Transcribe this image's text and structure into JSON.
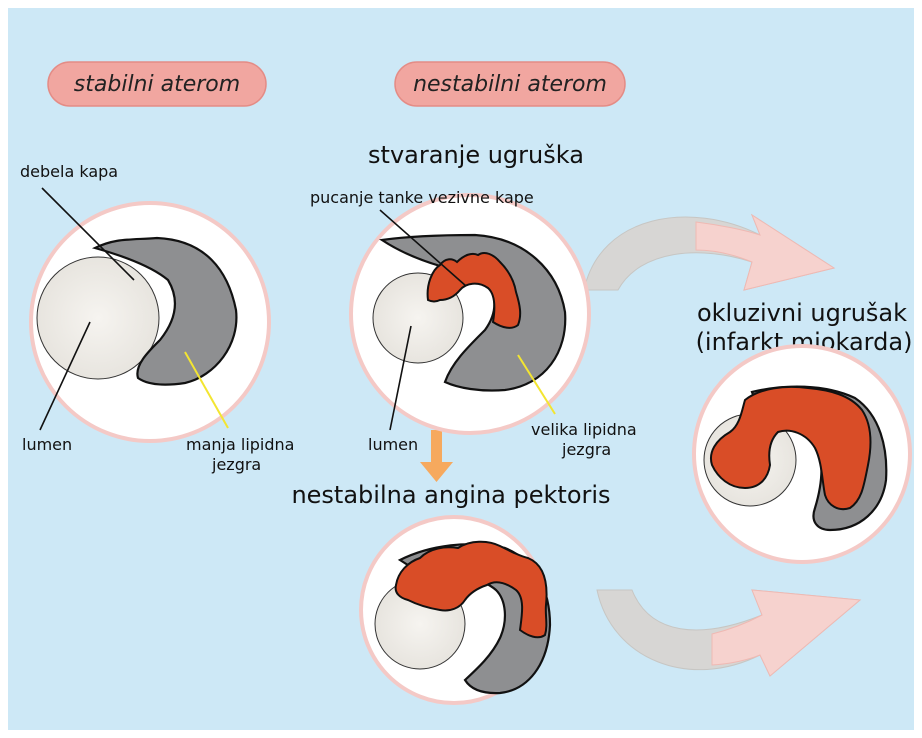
{
  "colors": {
    "background": "#cde8f6",
    "pill_fill": "#f1a6a0",
    "plaque_gray": "#8e8f91",
    "clot_red": "#d94d27",
    "circle_fill": "#ffffff",
    "circle_rim": "#f4c9c6",
    "lumen_fill": "#efede9",
    "arrow_orange": "#f6a95e",
    "leader_yellow": "#f3e531"
  },
  "pills": {
    "stable": "stabilni aterom",
    "unstable": "nestabilni aterom"
  },
  "headings": {
    "thrombus_formation": "stvaranje ugruška",
    "occlusive_line1": "okluzivni ugrušak",
    "occlusive_line2": "(infarkt miokarda)",
    "unstable_angina": "nestabilna angina pektoris"
  },
  "labels": {
    "thick_cap": "debela kapa",
    "lumen_left": "lumen",
    "smaller_core_line1": "manja lipidna",
    "smaller_core_line2": "jezgra",
    "cap_rupture": "pucanje tanke vezivne kape",
    "lumen_middle": "lumen",
    "large_core_line1": "velika lipidna",
    "large_core_line2": "jezgra"
  }
}
